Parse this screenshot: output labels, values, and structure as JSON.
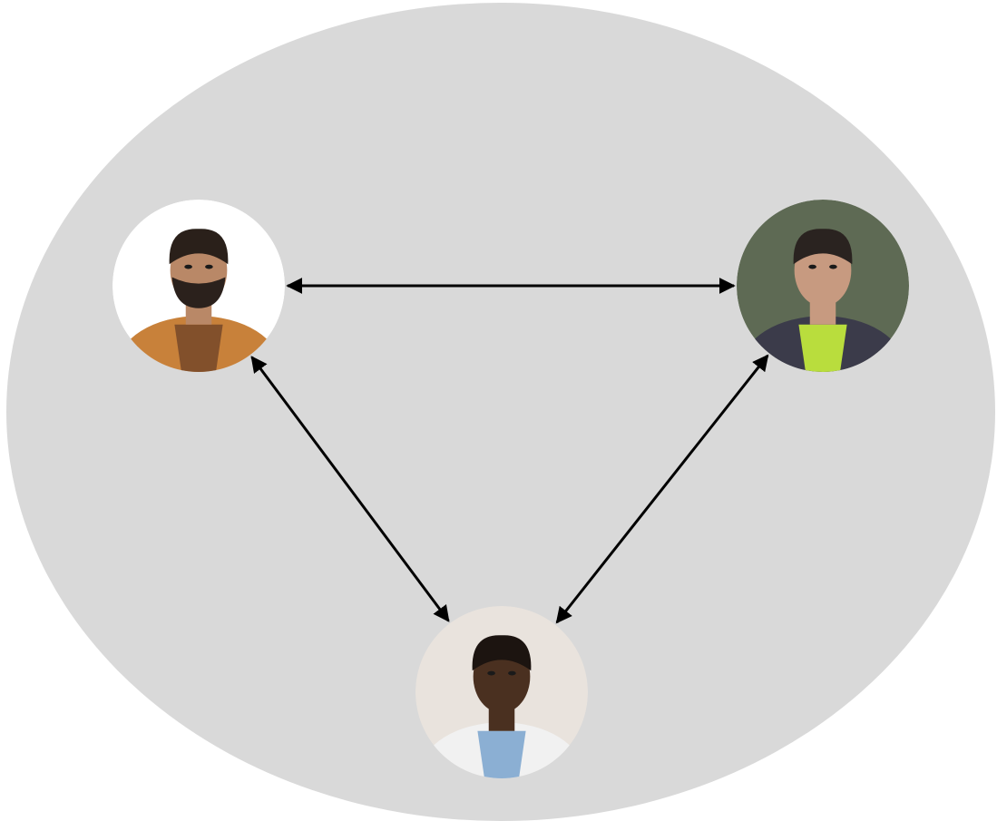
{
  "colors": {
    "page_background": "#ffffff",
    "ellipse_fill": "#d9d9d9",
    "arrow_stroke": "#000000"
  },
  "nodes": [
    {
      "id": "top-left",
      "portrait_icon": "person-photo-icon",
      "background": "#ffffff",
      "skin": "#b98867",
      "hair": "#2a201a",
      "beard": "#2b211c",
      "clothing": "#c8813a",
      "clothing_accent": "#7a4a2a"
    },
    {
      "id": "top-right",
      "portrait_icon": "person-photo-icon",
      "background": "#5e6a54",
      "skin": "#c79a80",
      "hair": "#2a2320",
      "beard": null,
      "clothing": "#3b3b4a",
      "clothing_accent": "#c8f03c"
    },
    {
      "id": "bottom",
      "portrait_icon": "person-photo-icon",
      "background": "#e9e3dd",
      "skin": "#4a3020",
      "hair": "#1c1410",
      "beard": null,
      "clothing": "#f1f1f1",
      "clothing_accent": "#7fa7cf"
    }
  ],
  "connections": [
    {
      "from": "top-left",
      "to": "top-right",
      "direction": "both"
    },
    {
      "from": "top-left",
      "to": "bottom",
      "direction": "both"
    },
    {
      "from": "top-right",
      "to": "bottom",
      "direction": "both"
    }
  ]
}
